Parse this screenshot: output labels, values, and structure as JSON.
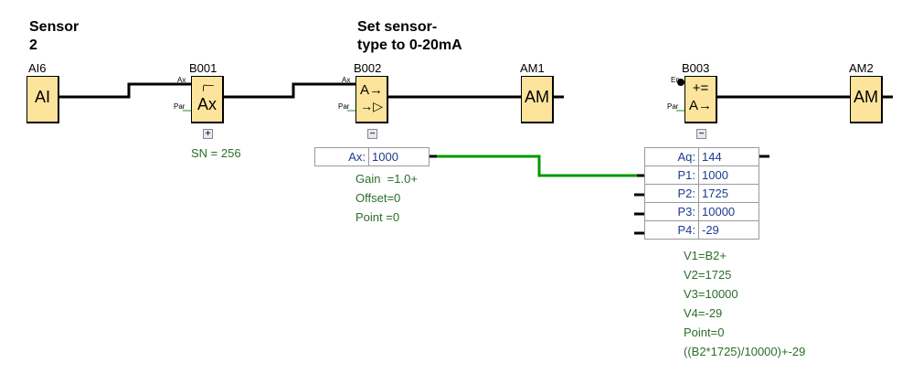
{
  "annotations": {
    "sensor_line1": "Sensor",
    "sensor_line2": "2",
    "set_line1": "Set sensor-",
    "set_line2": "type to 0-20mA"
  },
  "blocks": {
    "ai6": {
      "label": "AI6",
      "symbol": "AI"
    },
    "b001": {
      "label": "B001",
      "symbol_top": "╭─",
      "symbol": "Ax",
      "pin_ax": "Ax",
      "pin_par": "Par",
      "toggle": "+",
      "info": "SN = 256"
    },
    "b002": {
      "label": "B002",
      "symbol_top": "A→",
      "symbol_bottom": "→▷",
      "pin_ax": "Ax",
      "pin_par": "Par",
      "toggle": "−",
      "params": [
        {
          "key": "Ax:",
          "value": "1000"
        }
      ],
      "info": [
        "Gain  =1.0+",
        "Offset=0",
        "Point =0"
      ]
    },
    "am1": {
      "label": "AM1",
      "symbol": "AM"
    },
    "b003": {
      "label": "B003",
      "symbol_top": "+=",
      "symbol_bottom": "A→",
      "pin_en": "En",
      "pin_par": "Par",
      "toggle": "−",
      "params": [
        {
          "key": "Aq:",
          "value": "144"
        },
        {
          "key": "P1:",
          "value": "1000"
        },
        {
          "key": "P2:",
          "value": "1725"
        },
        {
          "key": "P3:",
          "value": "10000"
        },
        {
          "key": "P4:",
          "value": "-29"
        }
      ],
      "info": [
        "V1=B2+",
        "V2=1725",
        "V3=10000",
        "V4=-29",
        "Point=0",
        "((B2*1725)/10000)+-29"
      ]
    },
    "am2": {
      "label": "AM2",
      "symbol": "AM"
    }
  },
  "colors": {
    "block_fill": "#fde49c",
    "wire": "#000000",
    "param_wire": "#009900",
    "info_text": "#2a6e2a",
    "param_text": "#1b3b8e"
  }
}
